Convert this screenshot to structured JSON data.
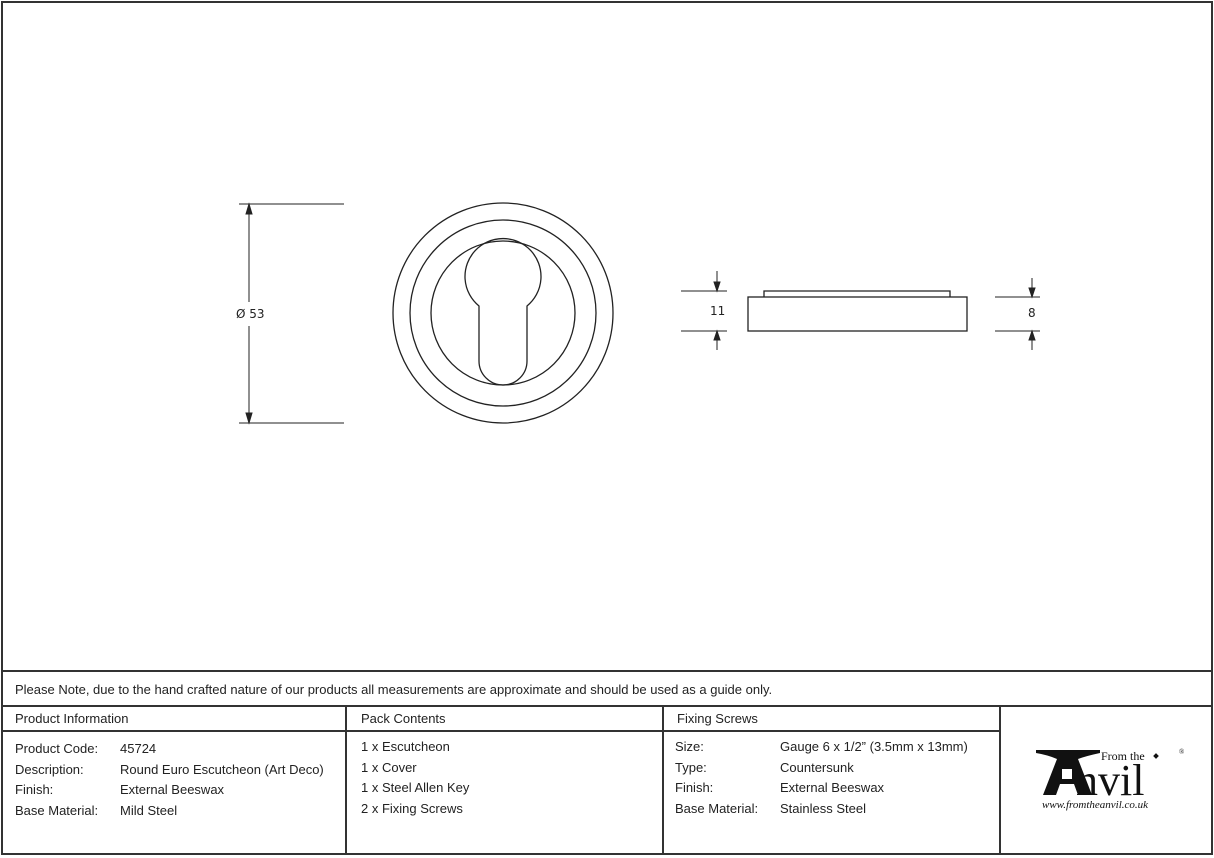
{
  "drawing": {
    "front_view": {
      "diameter_label": "Ø 53"
    },
    "side_view": {
      "left_dimension": "11",
      "right_dimension": "8"
    }
  },
  "note": "Please Note, due to the hand crafted nature of our products all measurements are approximate and should be used as a guide only.",
  "product_information": {
    "heading": "Product Information",
    "rows": [
      {
        "label": "Product Code:",
        "value": "45724"
      },
      {
        "label": "Description:",
        "value": "Round Euro Escutcheon (Art Deco)"
      },
      {
        "label": "Finish:",
        "value": "External Beeswax"
      },
      {
        "label": "Base Material:",
        "value": "Mild Steel"
      }
    ]
  },
  "pack_contents": {
    "heading": "Pack Contents",
    "items": [
      "1 x Escutcheon",
      "1 x Cover",
      "1 x Steel Allen Key",
      "2 x Fixing Screws"
    ]
  },
  "fixing_screws": {
    "heading": "Fixing Screws",
    "rows": [
      {
        "label": "Size:",
        "value": "Gauge 6 x 1/2” (3.5mm x 13mm)"
      },
      {
        "label": "Type:",
        "value": "Countersunk"
      },
      {
        "label": "Finish:",
        "value": "External Beeswax"
      },
      {
        "label": "Base Material:",
        "value": "Stainless Steel"
      }
    ]
  },
  "logo": {
    "from_the": "From the",
    "brand": "nvil",
    "brand_initial": "A",
    "registered": "®",
    "url": "www.fromtheanvil.co.uk"
  }
}
